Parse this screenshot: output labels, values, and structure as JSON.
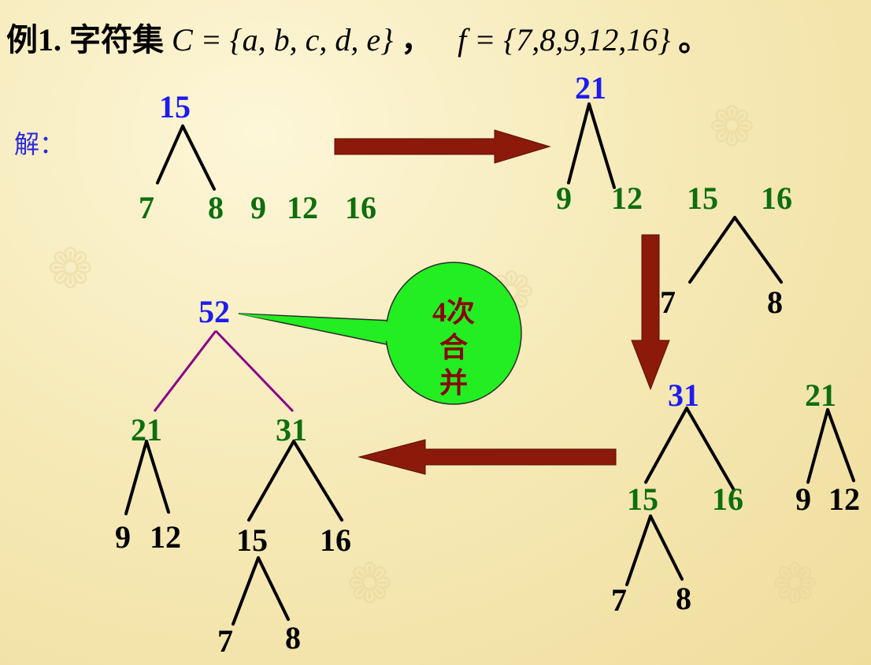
{
  "title": {
    "prefix": "例1.  字符集",
    "set_C": "C = {a, b, c, d, e}",
    "sep": "，",
    "set_f": "f = {7,8,9,12,16}",
    "end": "。"
  },
  "solution_label": "解：",
  "step1": {
    "root": "15",
    "left": "7",
    "right": "8",
    "rest": [
      "9",
      "12",
      "16"
    ]
  },
  "step2": {
    "root": "21",
    "left": "9",
    "right": "12",
    "root15": "15",
    "other": "16",
    "leaf7": "7",
    "leaf8": "8"
  },
  "step3": {
    "root31": "31",
    "c15": "15",
    "c16": "16",
    "leaf7": "7",
    "leaf8": "8",
    "root21": "21",
    "leaf9": "9",
    "leaf12": "12"
  },
  "step4": {
    "root": "52",
    "c21": "21",
    "c31": "31",
    "leaf9": "9",
    "leaf12": "12",
    "c15": "15",
    "c16": "16",
    "leaf7": "7",
    "leaf8": "8"
  },
  "callout": {
    "line1": "4次",
    "line2": "合",
    "line3": "并"
  },
  "colors": {
    "arrow": "#8b1a0a",
    "bubble": "#22ee22",
    "root_blue": "#1c1cf0",
    "green": "#0e6e0e",
    "edge_purple": "#8b008b"
  }
}
